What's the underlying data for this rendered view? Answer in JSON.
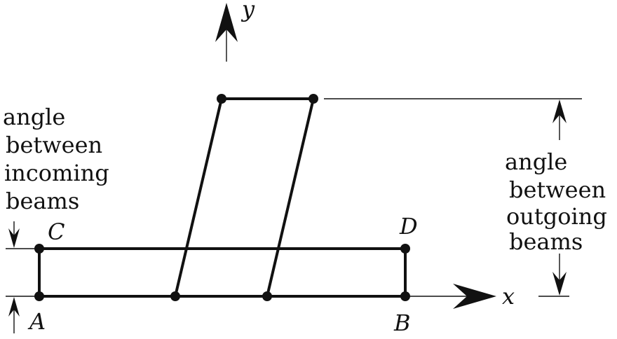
{
  "labels": {
    "y_axis": "y",
    "x_axis": "x",
    "point_a": "A",
    "point_b": "B",
    "point_c": "C",
    "point_d": "D",
    "incoming": [
      "angle",
      "between",
      "incoming",
      "beams"
    ],
    "outgoing": [
      "angle",
      "between",
      "outgoing",
      "beams"
    ]
  },
  "colors": {
    "ink": "#111111",
    "background": "#ffffff"
  }
}
